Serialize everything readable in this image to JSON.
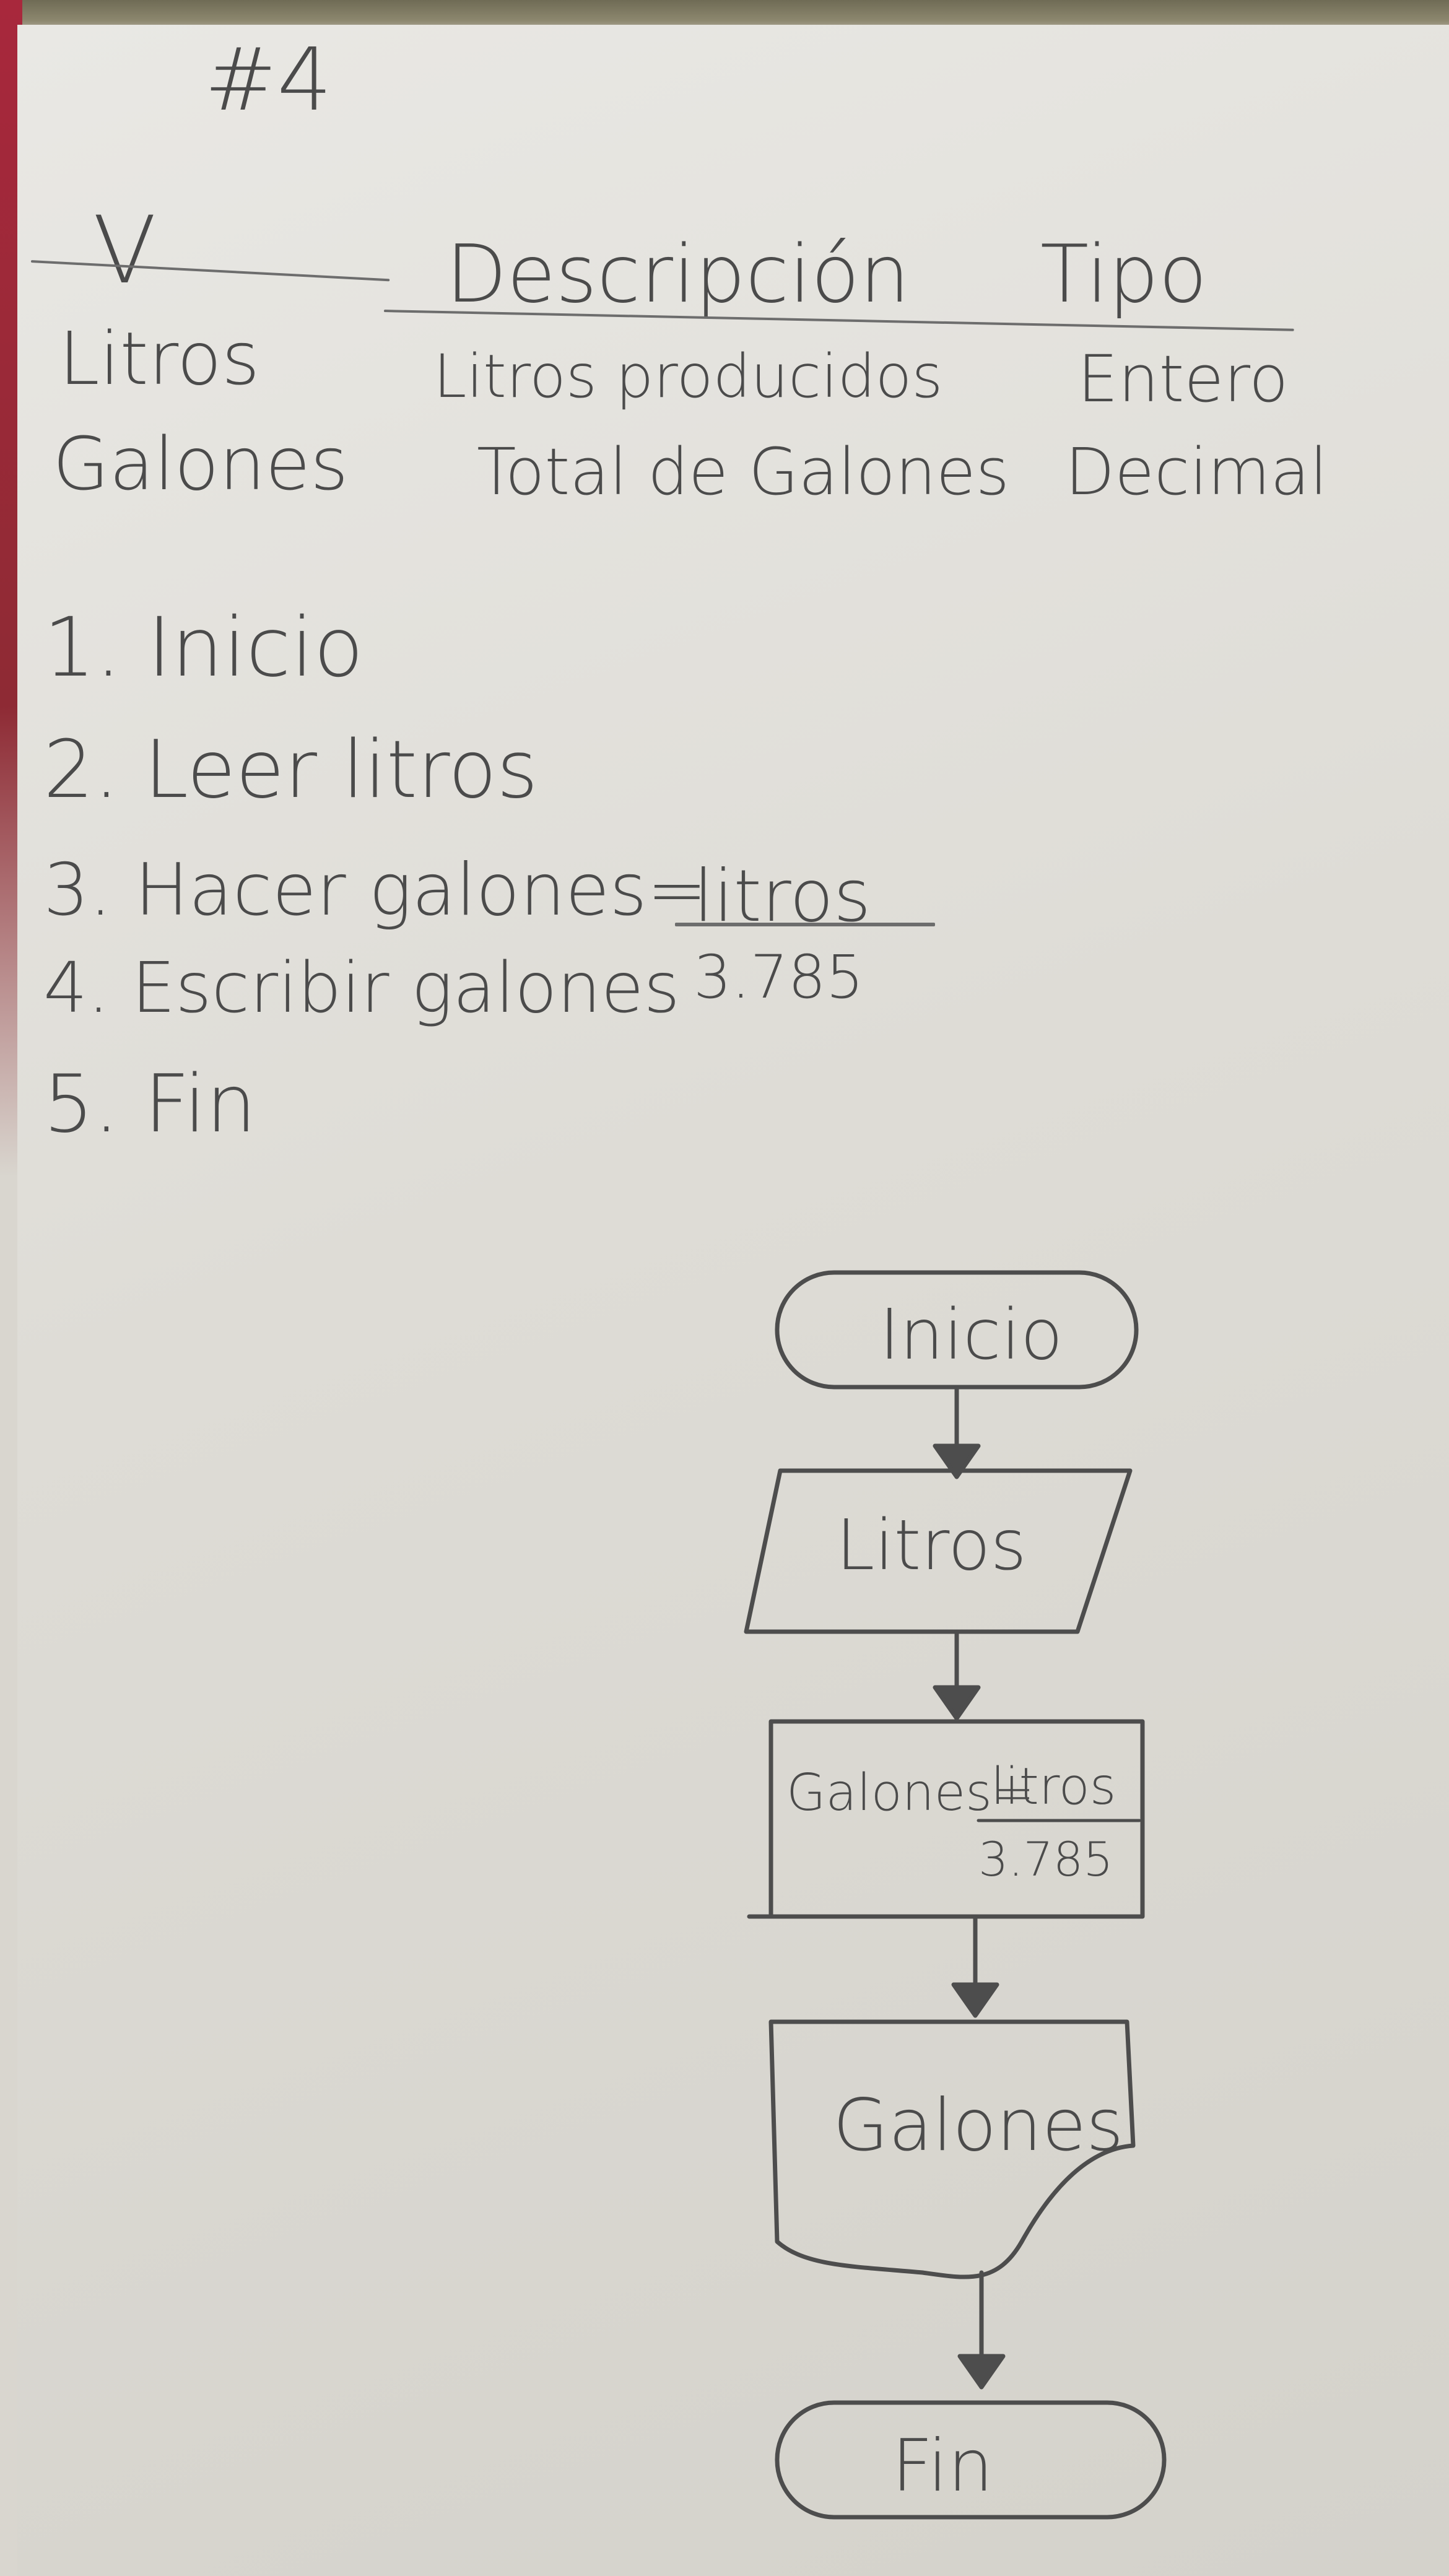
{
  "exercise_number": "#4",
  "table": {
    "headers": [
      "V",
      "Descripción",
      "Tipo"
    ],
    "rows": [
      [
        "Litros",
        "Litros producidos",
        "Entero"
      ],
      [
        "Galones",
        "Total de Galones",
        "Decimal"
      ]
    ]
  },
  "steps": [
    "1. Inicio",
    "2. Leer litros",
    "3. Hacer galones=",
    "4. Escribir galones",
    "5. Fin"
  ],
  "formula": {
    "numerator": "litros",
    "denominator": "3.785"
  },
  "flowchart": {
    "start": "Inicio",
    "input": "Litros",
    "process_label": "Galones=",
    "process_numerator": "litros",
    "process_denominator": "3.785",
    "output": "Galones",
    "end": "Fin"
  }
}
